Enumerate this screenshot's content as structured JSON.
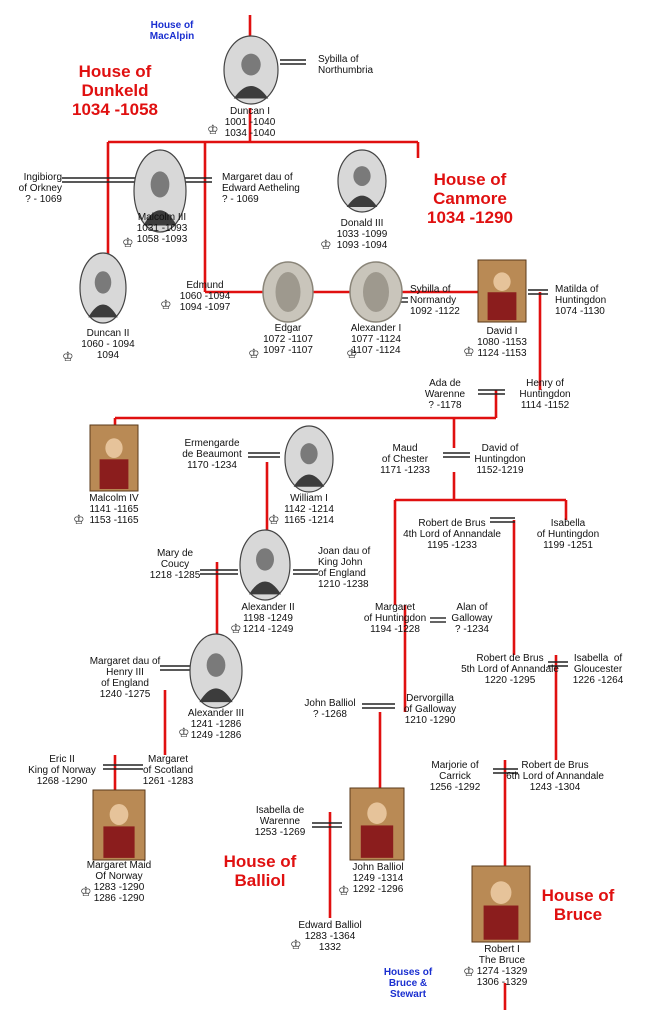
{
  "houses": {
    "macalpin": "House of\nMacAlpin",
    "dunkeld": "House of\nDunkeld\n1034 -1058",
    "canmore": "House of\nCanmore\n1034 -1290",
    "balliol": "House of\nBalliol",
    "bruce": "House of\nBruce",
    "bruce_stewart": "Houses of\nBruce &\nStewart"
  },
  "persons": [
    {
      "id": "duncan1",
      "text": "Duncan I\n1001 -1040\n1034 -1040",
      "crown": true,
      "portrait": "engraving"
    },
    {
      "id": "sybilla_n",
      "text": "Sybilla of\nNorthumbria"
    },
    {
      "id": "ingibiorg",
      "text": "Ingibiorg\nof Orkney\n? - 1069"
    },
    {
      "id": "malcolm3",
      "text": "Malcolm III\n1031 -1093\n1058 -1093",
      "crown": true,
      "portrait": "engraving"
    },
    {
      "id": "margaret_e",
      "text": "Margaret dau of\nEdward Aetheling\n? - 1069"
    },
    {
      "id": "donald3",
      "text": "Donald III\n1033 -1099\n1093 -1094",
      "crown": true,
      "portrait": "engraving"
    },
    {
      "id": "duncan2",
      "text": "Duncan II\n1060 - 1094\n1094",
      "crown": true,
      "portrait": "engraving"
    },
    {
      "id": "edmund",
      "text": "Edmund\n1060 -1094\n1094 -1097",
      "crown": true
    },
    {
      "id": "edgar",
      "text": "Edgar\n1072 -1107\n1097 -1107",
      "crown": true,
      "portrait": "seal"
    },
    {
      "id": "alexander1",
      "text": "Alexander I\n1077 -1124\n1107 -1124",
      "crown": true,
      "portrait": "seal"
    },
    {
      "id": "sybilla_norm",
      "text": "Sybilla of\nNormandy\n1092 -1122"
    },
    {
      "id": "david1",
      "text": "David I\n1080 -1153\n1124 -1153",
      "crown": true,
      "portrait": "colour"
    },
    {
      "id": "matilda",
      "text": "Matilda of\nHuntingdon\n1074 -1130"
    },
    {
      "id": "ada",
      "text": "Ada de\nWarenne\n? -1178"
    },
    {
      "id": "henry",
      "text": "Henry of\nHuntingdon\n1114 -1152"
    },
    {
      "id": "malcolm4",
      "text": "Malcolm IV\n1141 -1165\n1153 -1165",
      "crown": true,
      "portrait": "colour"
    },
    {
      "id": "ermengarde",
      "text": "Ermengarde\nde Beaumont\n1170 -1234"
    },
    {
      "id": "william1",
      "text": "William I\n1142 -1214\n1165 -1214",
      "crown": true,
      "portrait": "engraving"
    },
    {
      "id": "maud",
      "text": "Maud\nof Chester\n1171 -1233"
    },
    {
      "id": "david_h",
      "text": "David of\nHuntingdon\n1152-1219"
    },
    {
      "id": "robert_brus4",
      "text": "Robert de Brus\n4th Lord of Annandale\n1195 -1233"
    },
    {
      "id": "isabella_h",
      "text": "Isabella\nof Huntingdon\n1199 -1251"
    },
    {
      "id": "mary_coucy",
      "text": "Mary de\nCoucy\n1218 -1285"
    },
    {
      "id": "alexander2",
      "text": "Alexander II\n1198 -1249\n1214 -1249",
      "crown": true,
      "portrait": "engraving"
    },
    {
      "id": "joan",
      "text": "Joan dau of\nKing John\nof England\n1210 -1238"
    },
    {
      "id": "margaret_h",
      "text": "Margaret\nof Huntingdon\n1194 -1228"
    },
    {
      "id": "alan",
      "text": "Alan of\nGalloway\n? -1234"
    },
    {
      "id": "robert_brus5",
      "text": "Robert de Brus\n5th Lord of Annandale\n1220 -1295"
    },
    {
      "id": "isabella_g",
      "text": "Isabella  of\nGloucester\n1226 -1264"
    },
    {
      "id": "margaret_henry",
      "text": "Margaret dau of\nHenry III\nof England\n1240 -1275"
    },
    {
      "id": "alexander3",
      "text": "Alexander III\n1241 -1286\n1249 -1286",
      "crown": true,
      "portrait": "engraving"
    },
    {
      "id": "john_balliol_f",
      "text": "John Balliol\n? -1268"
    },
    {
      "id": "dervorgilla",
      "text": "Dervorgilla\nof Galloway\n1210 -1290"
    },
    {
      "id": "eric2",
      "text": "Eric II\nKing of Norway\n1268 -1290"
    },
    {
      "id": "margaret_scot",
      "text": "Margaret\nof Scotland\n1261 -1283"
    },
    {
      "id": "marjorie",
      "text": "Marjorie of\nCarrick\n1256 -1292"
    },
    {
      "id": "robert_brus6",
      "text": "Robert de Brus\n6th Lord of Annandale\n1243 -1304"
    },
    {
      "id": "margaret_maid",
      "text": "Margaret Maid\nOf Norway\n1283 -1290\n1286 -1290",
      "crown": true,
      "portrait": "colour"
    },
    {
      "id": "isabella_w",
      "text": "Isabella de\nWarenne\n1253 -1269"
    },
    {
      "id": "john_balliol",
      "text": "John Balliol\n1249 -1314\n1292 -1296",
      "crown": true,
      "portrait": "colour"
    },
    {
      "id": "edward_balliol",
      "text": "Edward Balliol\n1283 -1364\n1332",
      "crown": true
    },
    {
      "id": "robert1",
      "text": "Robert I\nThe Bruce\n1274 -1329\n1306 -1329",
      "crown": true,
      "portrait": "colour"
    }
  ],
  "colors": {
    "line": "#e01010",
    "house_red": "#e01010",
    "house_blue": "#1a2fd0",
    "marriage": "#222222"
  }
}
